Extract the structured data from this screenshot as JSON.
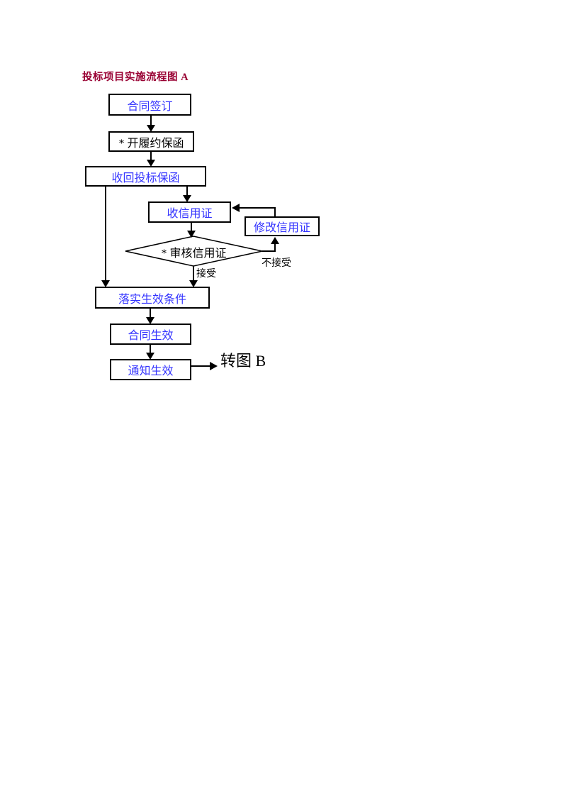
{
  "flowchart": {
    "title": "投标项目实施流程图 A",
    "title_color": "#990033",
    "node_text_color": "#3333FF",
    "line_color": "#000000",
    "background_color": "#FFFFFF",
    "nodes": [
      {
        "label": "合同签订",
        "shape": "rectangle",
        "text_color": "#3333FF"
      },
      {
        "label": "* 开履约保函",
        "shape": "rectangle",
        "text_color": "#000000"
      },
      {
        "label": "收回投标保函",
        "shape": "rectangle",
        "text_color": "#3333FF"
      },
      {
        "label": "收信用证",
        "shape": "rectangle",
        "text_color": "#3333FF"
      },
      {
        "label": "修改信用证",
        "shape": "rectangle",
        "text_color": "#3333FF"
      },
      {
        "label": "* 审核信用证",
        "shape": "diamond",
        "text_color": "#000000"
      },
      {
        "label": "落实生效条件",
        "shape": "rectangle",
        "text_color": "#3333FF"
      },
      {
        "label": "合同生效",
        "shape": "rectangle",
        "text_color": "#3333FF"
      },
      {
        "label": "通知生效",
        "shape": "rectangle",
        "text_color": "#3333FF"
      }
    ],
    "edge_labels": [
      {
        "text": "接受"
      },
      {
        "text": "不接受"
      }
    ],
    "exit_label": "转图 B",
    "edges": [
      {
        "from": "合同签订",
        "to": "* 开履约保函"
      },
      {
        "from": "* 开履约保函",
        "to": "收回投标保函"
      },
      {
        "from": "收回投标保函",
        "to": "收信用证"
      },
      {
        "from": "收回投标保函",
        "to": "落实生效条件"
      },
      {
        "from": "收信用证",
        "to": "* 审核信用证"
      },
      {
        "from": "* 审核信用证",
        "to": "落实生效条件",
        "label": "接受"
      },
      {
        "from": "* 审核信用证",
        "to": "修改信用证",
        "label": "不接受"
      },
      {
        "from": "修改信用证",
        "to": "收信用证"
      },
      {
        "from": "落实生效条件",
        "to": "合同生效"
      },
      {
        "from": "合同生效",
        "to": "通知生效"
      },
      {
        "from": "通知生效",
        "to": "转图 B"
      }
    ]
  }
}
